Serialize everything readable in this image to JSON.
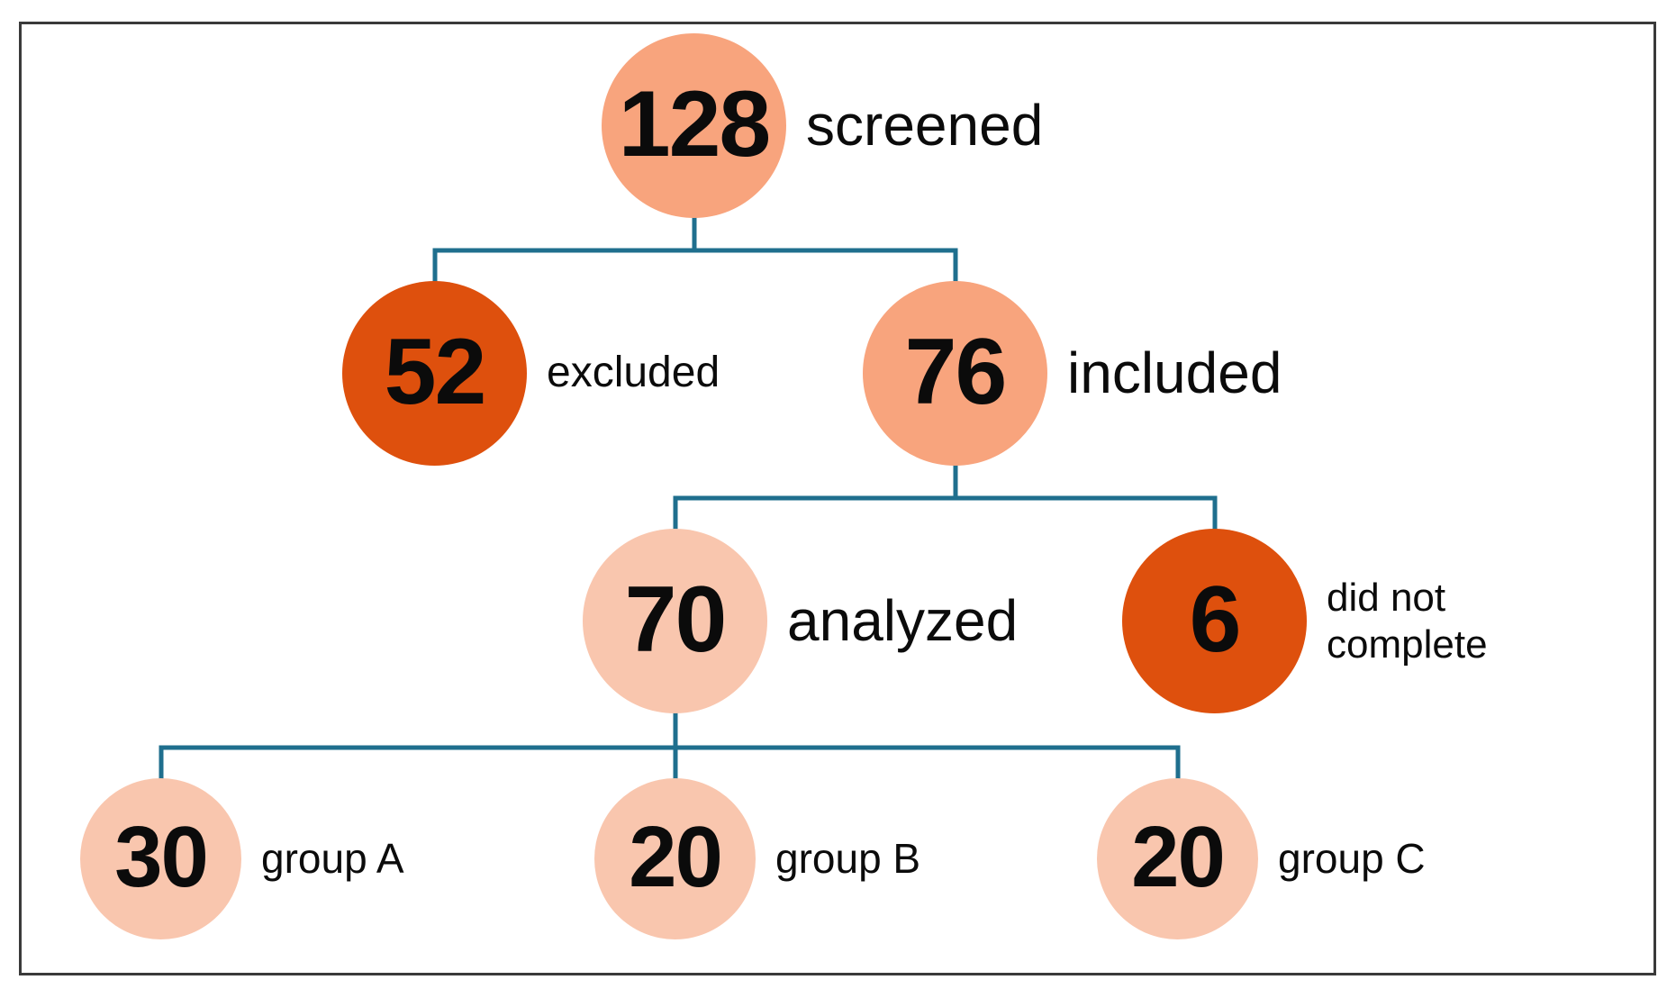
{
  "palette": {
    "salmon": "#F8A47D",
    "dark_orange": "#DE500D",
    "light_peach": "#F9C6AE",
    "connector": "#1F6F8E",
    "border": "#3A3A3A",
    "text": "#0B0B0B",
    "background": "#FFFFFF"
  },
  "flowchart": {
    "nodes": [
      {
        "id": "screened",
        "value": "128",
        "label": "screened",
        "color": "salmon"
      },
      {
        "id": "excluded",
        "value": "52",
        "label": "excluded",
        "color": "dark_orange"
      },
      {
        "id": "included",
        "value": "76",
        "label": "included",
        "color": "salmon"
      },
      {
        "id": "analyzed",
        "value": "70",
        "label": "analyzed",
        "color": "light_peach"
      },
      {
        "id": "did-not-complete",
        "value": "6",
        "label": "did not complete",
        "color": "dark_orange"
      },
      {
        "id": "group-a",
        "value": "30",
        "label": "group A",
        "color": "light_peach"
      },
      {
        "id": "group-b",
        "value": "20",
        "label": "group B",
        "color": "light_peach"
      },
      {
        "id": "group-c",
        "value": "20",
        "label": "group C",
        "color": "light_peach"
      }
    ]
  }
}
